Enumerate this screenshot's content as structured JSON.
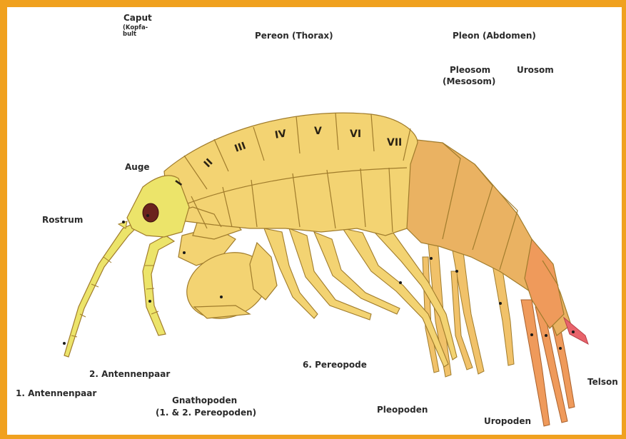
{
  "colors": {
    "frame": "#f0a11f",
    "head": "#ece46a",
    "thorax": "#f3d372",
    "thorax_dark": "#e9c35d",
    "pleon": "#eab262",
    "urosome": "#ef9a5b",
    "telson": "#e8636b",
    "eye": "#6b231d",
    "outline": "#a07c2c"
  },
  "labels": {
    "caput": "Caput",
    "caput_sub": "(Kopfa-\nbult",
    "pereon": "Pereon (Thorax)",
    "pleon": "Pleon (Abdomen)",
    "pleosom": "Pleosom",
    "pleosom_sub": "(Mesosom)",
    "urosom": "Urosom",
    "auge": "Auge",
    "rostrum": "Rostrum",
    "antenna1": "1. Antennenpaar",
    "antenna2": "2. Antennenpaar",
    "gnathopoden": "Gnathopoden",
    "gnathopoden_sub": "(1. & 2. Pereopoden)",
    "pereopode6": "6. Pereopode",
    "pleopoden": "Pleopoden",
    "uropoden": "Uropoden",
    "telson": "Telson"
  },
  "segments": [
    "I",
    "II",
    "III",
    "IV",
    "V",
    "VI",
    "VII"
  ]
}
